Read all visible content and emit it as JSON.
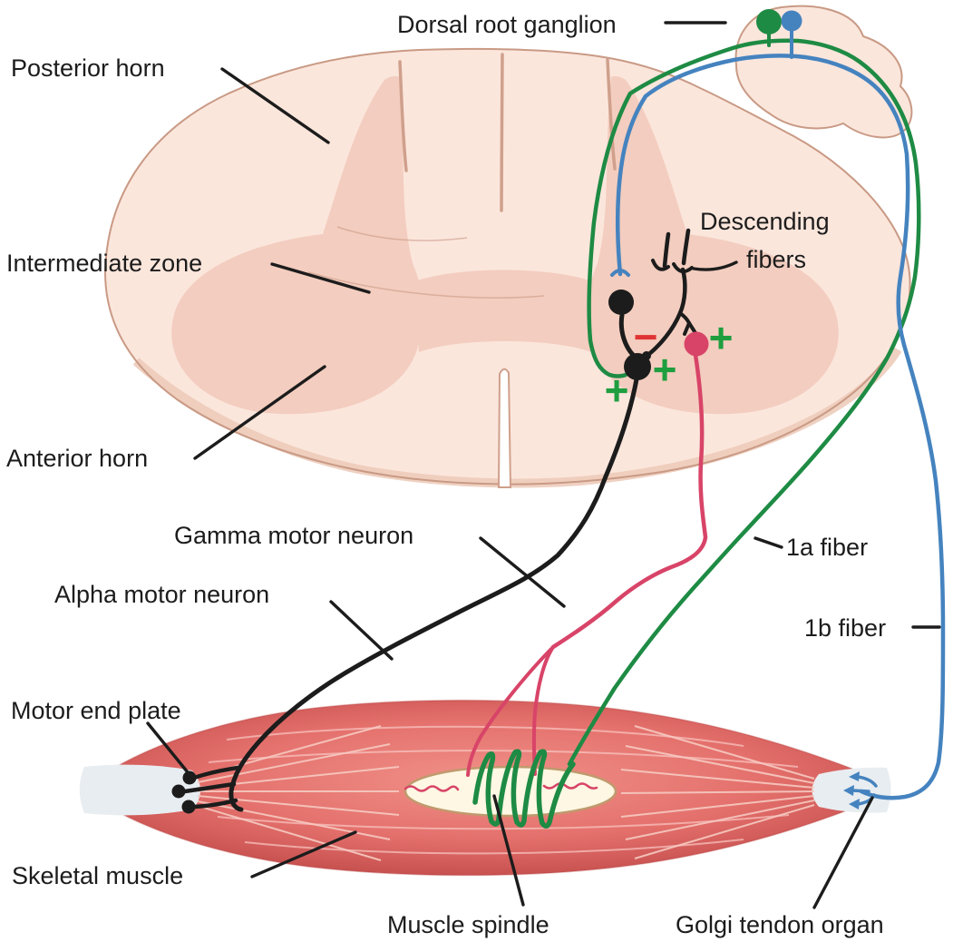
{
  "labels": {
    "dorsal_root_ganglion": "Dorsal root ganglion",
    "posterior_horn": "Posterior horn",
    "intermediate_zone": "Intermediate zone",
    "descending_fibers_line1": "Descending",
    "descending_fibers_line2": "fibers",
    "anterior_horn": "Anterior horn",
    "gamma_motor_neuron": "Gamma motor neuron",
    "alpha_motor_neuron": "Alpha motor neuron",
    "fiber_1a": "1a fiber",
    "fiber_1b": "1b fiber",
    "motor_end_plate": "Motor end plate",
    "skeletal_muscle": "Skeletal muscle",
    "muscle_spindle": "Muscle spindle",
    "golgi_tendon_organ": "Golgi tendon organ"
  },
  "symbols": {
    "plus": "+",
    "minus": "−"
  },
  "colors": {
    "bg": "#ffffff",
    "ink": "#1c1c1c",
    "cord_fill": "#fbe6dc",
    "cord_edge": "#c99a85",
    "groove": "#cfa08c",
    "gray_matter": "#f3cdbf",
    "bevel": "#ecc9b7",
    "fiber_green": "#1e8b44",
    "fiber_blue": "#4583bf",
    "fiber_red": "#d84468",
    "plus_green": "#1f9e3f",
    "minus_red": "#e03434",
    "muscle_light": "#f09188",
    "muscle_mid": "#e4706c",
    "muscle_dark": "#c85250",
    "muscle_streak": "#f6cac1",
    "tendon": "#e8edf1",
    "spindle_fill": "#fdf7e3",
    "spindle_edge": "#bf9a6d"
  }
}
